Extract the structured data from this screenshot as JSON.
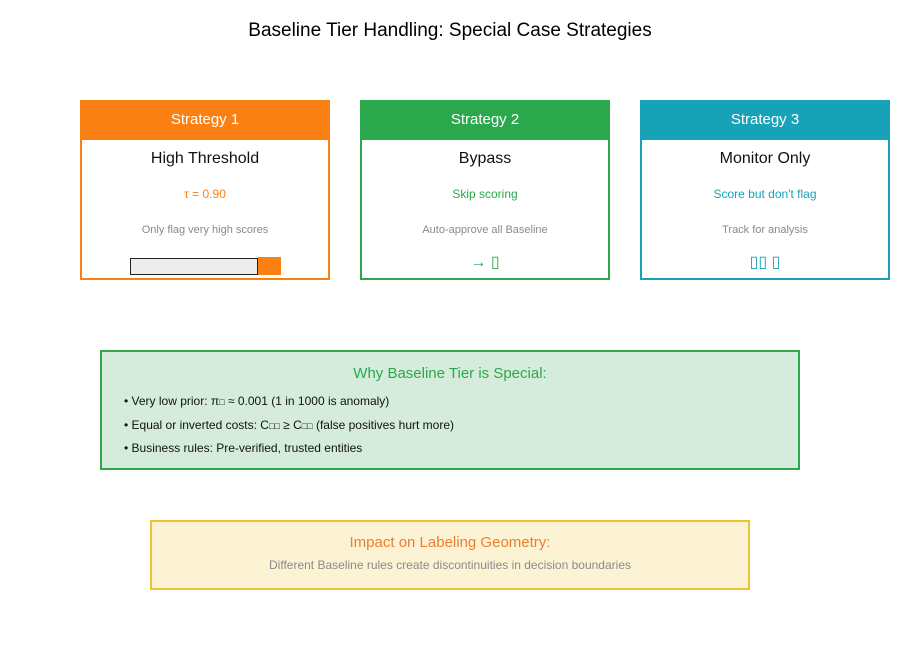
{
  "page": {
    "title": "Baseline Tier Handling: Special Case Strategies"
  },
  "strategies": [
    {
      "header": "Strategy 1",
      "name": "High Threshold",
      "subtitle": "τ = 0.90",
      "description": "Only flag very high scores",
      "icon": "threshold-bar",
      "theme_color": "#FB8014",
      "bar": {
        "track_color": "#ededed",
        "flag_color": "#FB8014",
        "flagged_fraction": 0.15
      }
    },
    {
      "header": "Strategy 2",
      "name": "Bypass",
      "subtitle": "Skip scoring",
      "description": "Auto-approve all Baseline",
      "icon": "arrow-and-box-glyph",
      "icon_text": "→ ▯",
      "theme_color": "#2AA84B"
    },
    {
      "header": "Strategy 3",
      "name": "Monitor Only",
      "subtitle": "Score but don't flag",
      "description": "Track for analysis",
      "icon": "three-box-glyphs",
      "icon_text": "▯▯ ▯",
      "theme_color": "#17A2B8"
    }
  ],
  "why_box": {
    "title": "Why Baseline Tier is Special:",
    "title_color": "#2AA84B",
    "background_color": "#D5ECDC",
    "border_color": "#2FA84B",
    "bullets": [
      {
        "pre": "• Very low prior: π",
        "sub1": "□",
        "mid": " ≈ 0.001 (1 in 1000 is anomaly)",
        "sub2": "",
        "post": ""
      },
      {
        "pre": "• Equal or inverted costs: C",
        "sub1": "□□",
        "mid": " ≥ C",
        "sub2": "□□",
        "post": " (false positives hurt more)"
      },
      {
        "pre": "• Business rules: Pre-verified, trusted entities",
        "sub1": "",
        "mid": "",
        "sub2": "",
        "post": ""
      }
    ]
  },
  "impact_box": {
    "title": "Impact on Labeling Geometry:",
    "subtitle": "Different Baseline rules create discontinuities in decision boundaries",
    "title_color": "#ED7E2E",
    "background_color": "#FCF3D5",
    "border_color": "#F0C233"
  }
}
